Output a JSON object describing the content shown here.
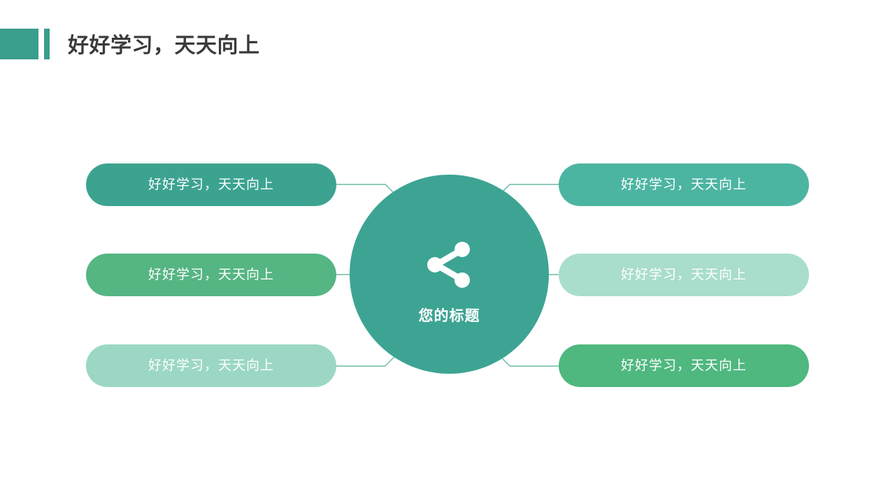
{
  "header": {
    "title": "好好学习，天天向上",
    "accent_color": "#3a9e8c",
    "title_color": "#3a3a3c"
  },
  "center": {
    "label": "您的标题",
    "icon": "share-icon",
    "color": "#3da493",
    "text_color": "#ffffff"
  },
  "connectors": {
    "color": "#6bb8a8",
    "width": 1.4
  },
  "nodes": {
    "left": [
      {
        "label": "好好学习，天天向上",
        "color": "#3ca391",
        "text_color": "#ffffff"
      },
      {
        "label": "好好学习，天天向上",
        "color": "#55b583",
        "text_color": "#ffffff"
      },
      {
        "label": "好好学习，天天向上",
        "color": "#9bd7c4",
        "text_color": "#ffffff"
      }
    ],
    "right": [
      {
        "label": "好好学习，天天向上",
        "color": "#4cb5a2",
        "text_color": "#ffffff"
      },
      {
        "label": "好好学习，天天向上",
        "color": "#a9ddcc",
        "text_color": "#ffffff"
      },
      {
        "label": "好好学习，天天向上",
        "color": "#4fb87f",
        "text_color": "#ffffff"
      }
    ]
  }
}
